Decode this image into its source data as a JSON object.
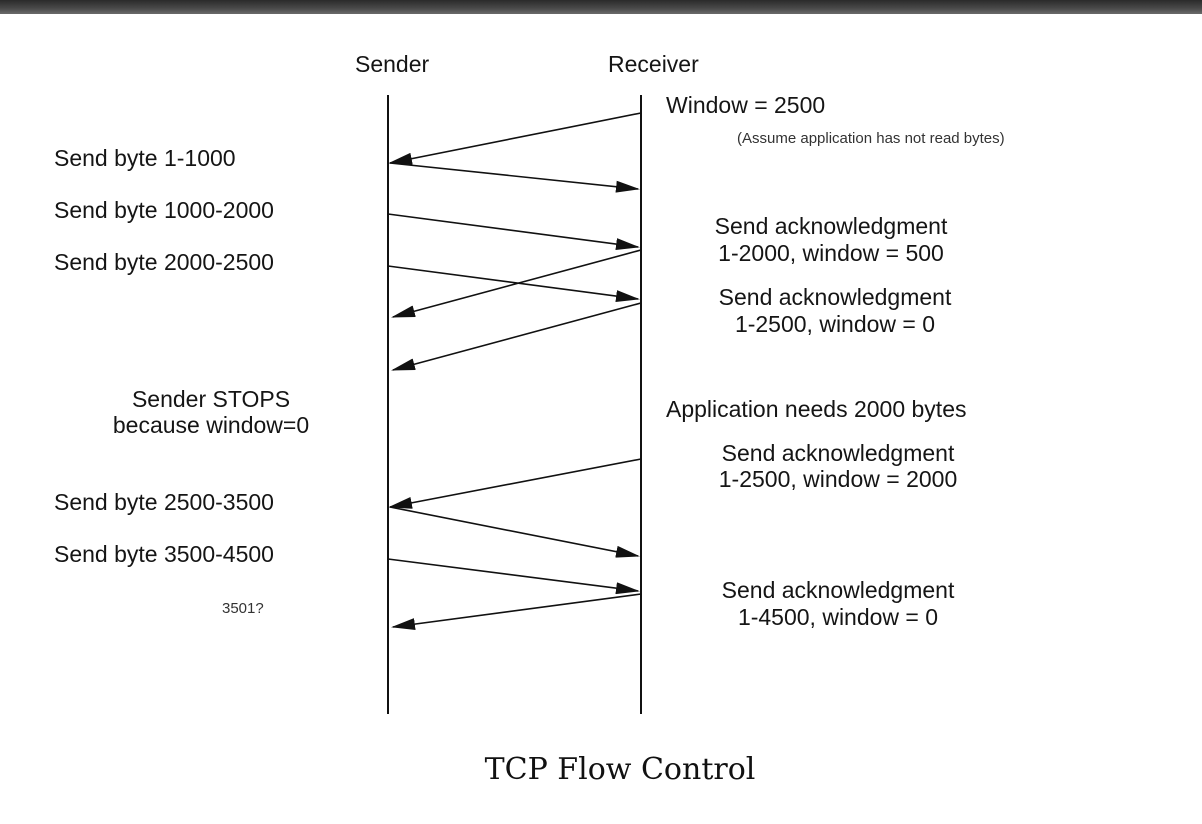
{
  "header": {
    "sender": "Sender",
    "receiver": "Receiver"
  },
  "sender_notes": {
    "send_1": "Send byte 1-1000",
    "send_2": "Send byte 1000-2000",
    "send_3": "Send byte 2000-2500",
    "stops_line1": "Sender STOPS",
    "stops_line2": "because window=0",
    "send_4": "Send byte 2500-3500",
    "send_5": "Send byte 3500-4500",
    "question": "3501?"
  },
  "receiver_notes": {
    "window": "Window = 2500",
    "assume": "(Assume application has not read bytes)",
    "ack1_line1": "Send acknowledgment",
    "ack1_line2": "1-2000, window = 500",
    "ack2_line1": "Send acknowledgment",
    "ack2_line2": "1-2500, window = 0",
    "app_needs": "Application needs 2000 bytes",
    "ack3_line1": "Send acknowledgment",
    "ack3_line2": "1-2500, window = 2000",
    "ack4_line1": "Send acknowledgment",
    "ack4_line2": "1-4500, window = 0"
  },
  "caption": "TCP Flow Control",
  "colors": {
    "ink": "#111111",
    "top_bar": "#3a3a3a"
  }
}
